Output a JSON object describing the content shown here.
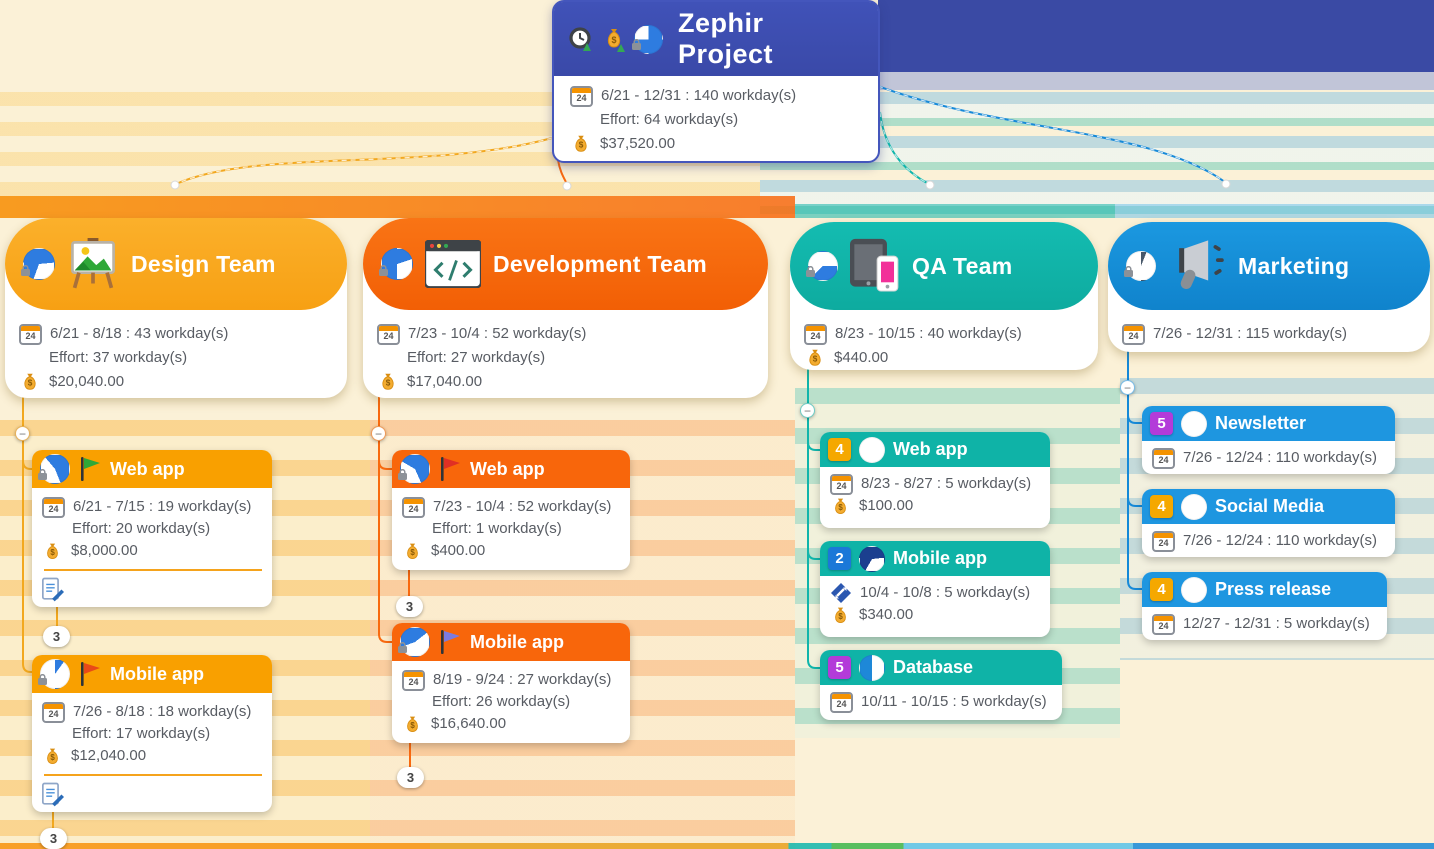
{
  "root": {
    "title": "Zephir Project",
    "schedule": "6/21 - 12/31 : 140 workday(s)",
    "effort": "Effort: 64 workday(s)",
    "cost": "$37,520.00"
  },
  "teams": [
    {
      "name": "Design Team",
      "schedule": "6/21 - 8/18 : 43 workday(s)",
      "effort": "Effort: 37 workday(s)",
      "cost": "$20,040.00",
      "tasks": [
        {
          "name": "Web app",
          "schedule": "6/21 - 7/15 : 19 workday(s)",
          "effort": "Effort: 20 workday(s)",
          "cost": "$8,000.00",
          "flag_color": "#2FA838",
          "collapsed_count": "3"
        },
        {
          "name": "Mobile app",
          "schedule": "7/26 - 8/18 : 18 workday(s)",
          "effort": "Effort: 17 workday(s)",
          "cost": "$12,040.00",
          "flag_color": "#E84A18",
          "collapsed_count": "3"
        }
      ]
    },
    {
      "name": "Development Team",
      "schedule": "7/23 - 10/4 : 52 workday(s)",
      "effort": "Effort: 27 workday(s)",
      "cost": "$17,040.00",
      "tasks": [
        {
          "name": "Web app",
          "schedule": "7/23 - 10/4 : 52 workday(s)",
          "effort": "Effort: 1 workday(s)",
          "cost": "$400.00",
          "flag_color": "#E03024",
          "collapsed_count": "3"
        },
        {
          "name": "Mobile app",
          "schedule": "8/19 - 9/24 : 27 workday(s)",
          "effort": "Effort: 26 workday(s)",
          "cost": "$16,640.00",
          "flag_color": "#7B7BE0",
          "collapsed_count": "3"
        }
      ]
    },
    {
      "name": "QA Team",
      "schedule": "8/23 - 10/15 : 40 workday(s)",
      "cost": "$440.00",
      "tasks": [
        {
          "name": "Web app",
          "priority": "4",
          "schedule": "8/23 - 8/27 : 5 workday(s)",
          "cost": "$100.00"
        },
        {
          "name": "Mobile app",
          "priority": "2",
          "schedule": "10/4 - 10/8 : 5 workday(s)",
          "cost": "$340.00"
        },
        {
          "name": "Database",
          "priority": "5",
          "schedule": "10/11 - 10/15 : 5 workday(s)"
        }
      ]
    },
    {
      "name": "Marketing",
      "schedule": "7/26 - 12/31 : 115 workday(s)",
      "tasks": [
        {
          "name": "Newsletter",
          "priority": "5",
          "schedule": "7/26 - 12/24 : 110 workday(s)"
        },
        {
          "name": "Social Media",
          "priority": "4",
          "schedule": "7/26 - 12/24 : 110 workday(s)"
        },
        {
          "name": "Press release",
          "priority": "4",
          "schedule": "12/27 - 12/31 : 5 workday(s)"
        }
      ]
    }
  ],
  "ui": {
    "collapse_glyph": "−"
  },
  "icons": {
    "calendar_day": "24"
  },
  "colors": {
    "canvas": "#FBF1D7",
    "root": "#3C4CB0",
    "design": "#F9A71B",
    "development": "#F8690F",
    "qa": "#10B5AB",
    "marketing": "#168FDB",
    "priority_orange": "#F5A800",
    "priority_blue": "#1B78D8",
    "priority_purple": "#B33BD9"
  }
}
